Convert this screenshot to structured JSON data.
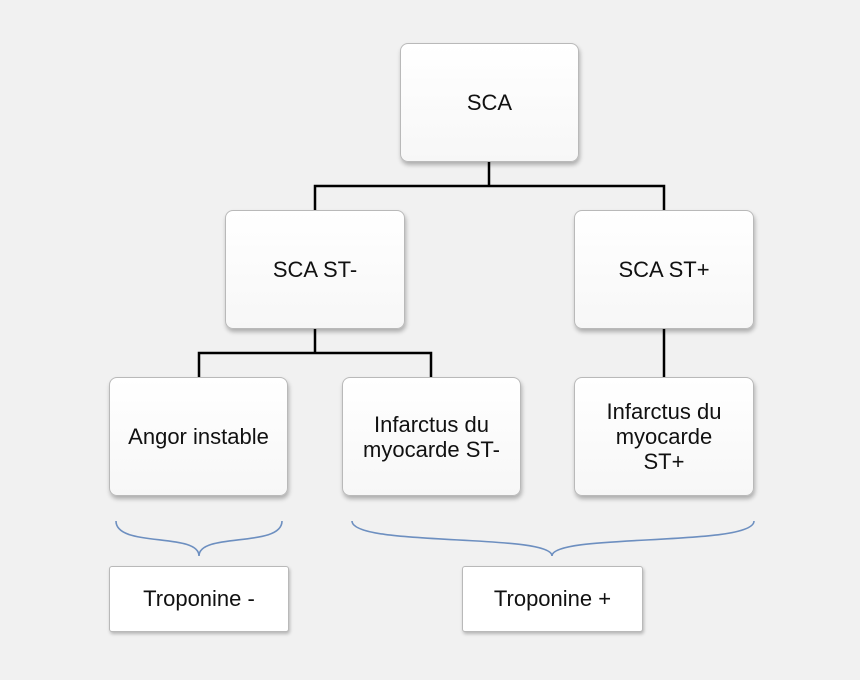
{
  "nodes": {
    "root": "SCA",
    "st_minus": "SCA ST-",
    "st_plus": "SCA ST+",
    "angor": "Angor instable",
    "infarctus_st_minus": "Infarctus du\nmyocarde ST-",
    "infarctus_st_plus": "Infarctus du\nmyocarde\nST+"
  },
  "labels": {
    "troponine_neg": "Troponine -",
    "troponine_pos": "Troponine +"
  },
  "colors": {
    "background": "#f1f1f1",
    "connector": "#000000",
    "brace": "#6d8fc0"
  }
}
